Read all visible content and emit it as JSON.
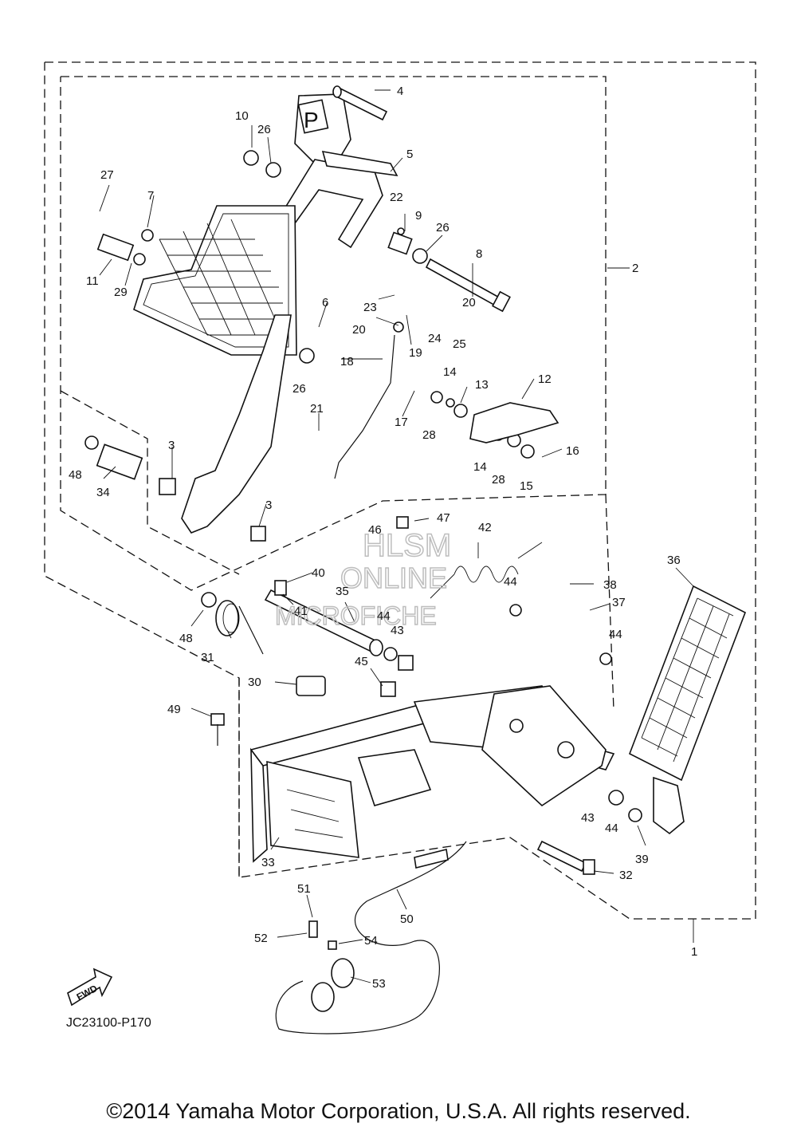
{
  "diagram_code": "JC23100-P170",
  "fwd_label": "FWD",
  "watermark": [
    "HLSM",
    "ONLINE",
    "MICROFICHE"
  ],
  "copyright": "©2014 Yamaha Motor Corporation, U.S.A. All rights reserved.",
  "parking_pedal_letter": "P",
  "callouts": [
    "1",
    "2",
    "3",
    "3",
    "4",
    "5",
    "6",
    "7",
    "8",
    "9",
    "10",
    "11",
    "12",
    "13",
    "14",
    "14",
    "15",
    "16",
    "17",
    "18",
    "19",
    "20",
    "20",
    "21",
    "22",
    "23",
    "24",
    "25",
    "26",
    "26",
    "26",
    "27",
    "28",
    "28",
    "29",
    "30",
    "31",
    "32",
    "33",
    "34",
    "35",
    "36",
    "37",
    "38",
    "39",
    "40",
    "41",
    "42",
    "43",
    "43",
    "44",
    "44",
    "44",
    "44",
    "45",
    "46",
    "47",
    "48",
    "48",
    "49",
    "50",
    "51",
    "52",
    "53",
    "54"
  ],
  "colors": {
    "line": "#111111",
    "watermark": "#bdbdbd",
    "background": "#ffffff"
  }
}
